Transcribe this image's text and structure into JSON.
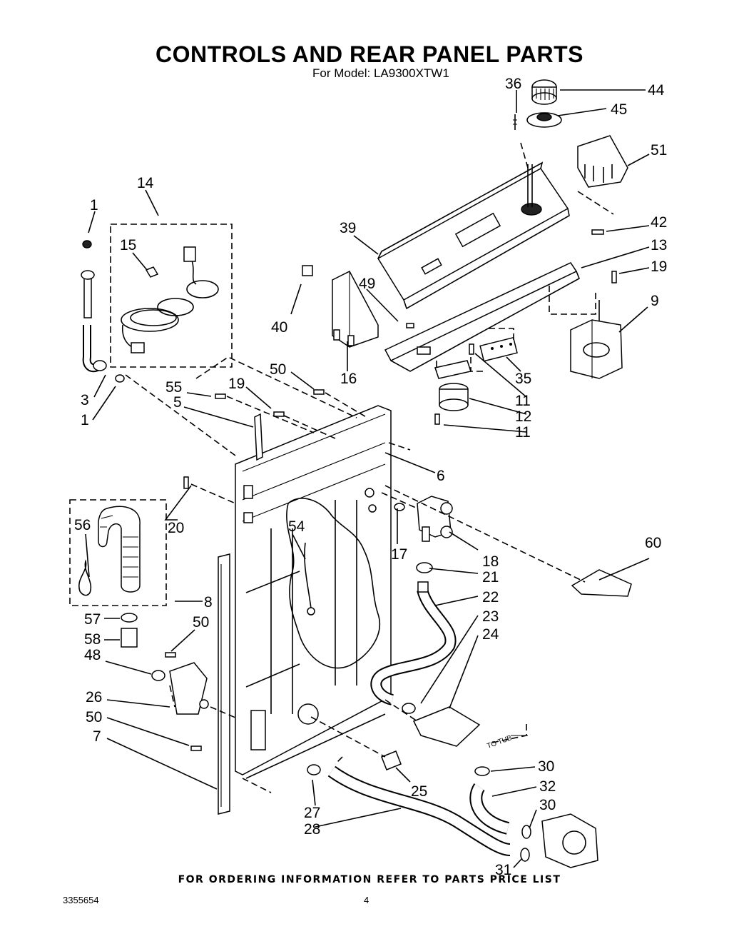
{
  "header": {
    "title": "CONTROLS AND REAR PANEL PARTS",
    "subtitle": "For Model: LA9300XTW1"
  },
  "footer": {
    "note": "FOR ORDERING INFORMATION REFER TO PARTS PRICE LIST",
    "doc_number": "3355654",
    "page_number": "4"
  },
  "diagram": {
    "to_tub_label": "TO TUB",
    "callouts": [
      "1",
      "14",
      "15",
      "3",
      "1",
      "55",
      "5",
      "19",
      "50",
      "16",
      "40",
      "49",
      "39",
      "36",
      "44",
      "45",
      "51",
      "42",
      "13",
      "19",
      "9",
      "35",
      "11",
      "12",
      "11",
      "6",
      "20",
      "56",
      "54",
      "17",
      "18",
      "21",
      "22",
      "23",
      "24",
      "8",
      "57",
      "58",
      "50",
      "48",
      "26",
      "50",
      "7",
      "25",
      "27",
      "28",
      "30",
      "32",
      "30",
      "31",
      "60"
    ]
  }
}
